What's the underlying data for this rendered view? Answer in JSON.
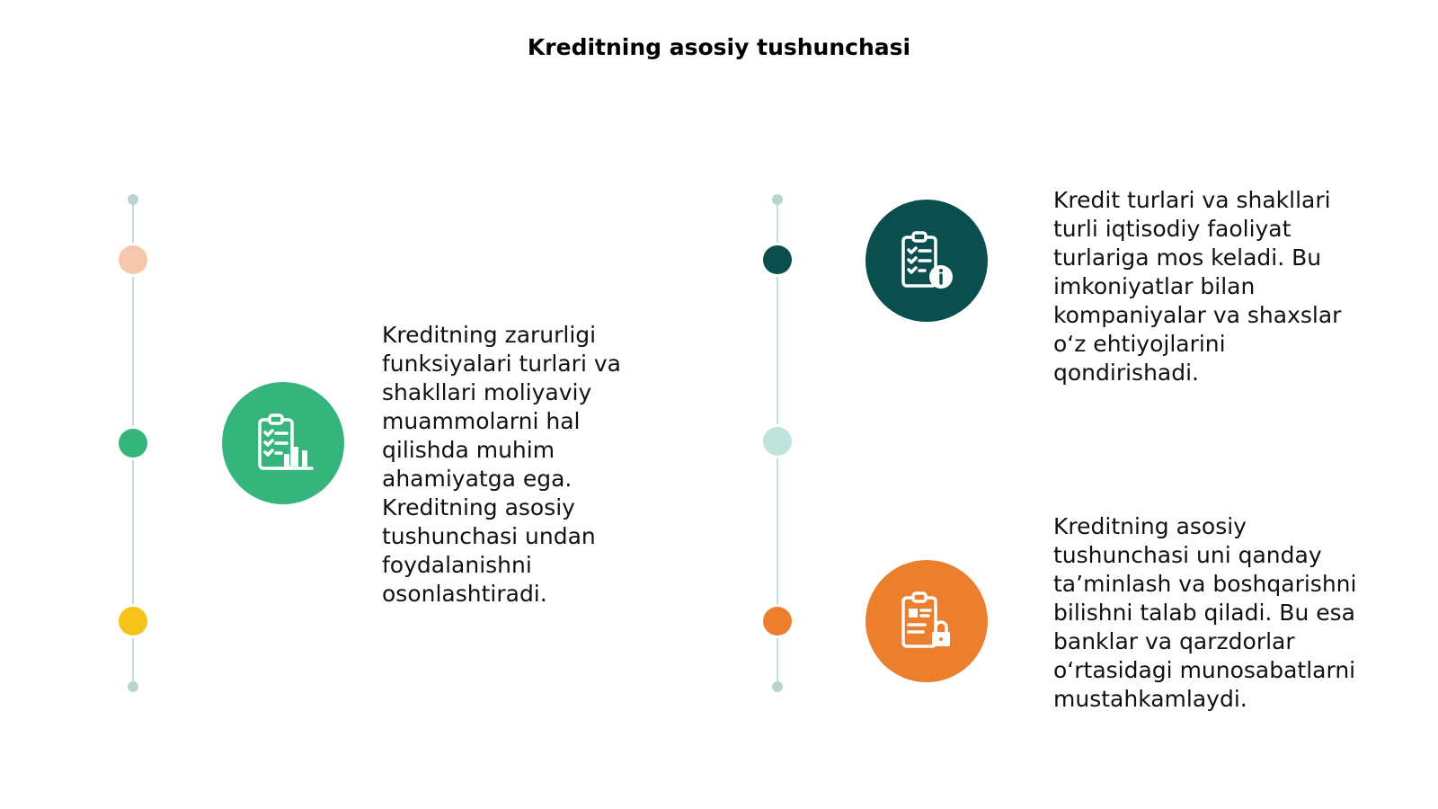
{
  "title": "Kreditning asosiy tushunchasi",
  "colors": {
    "line": "#c9dcdb",
    "small_dot": "#b9d4d0",
    "peach": "#f6c7ad",
    "green": "#35b57b",
    "yellow": "#f5c31a",
    "teal_dark": "#0b4e4e",
    "teal_light": "#bfe3dd",
    "orange": "#ec7f2e"
  },
  "items": [
    {
      "text": "Kreditning zarurligi\nfunksiyalari turlari va\nshakllari moliyaviy\nmuammolarni hal\nqilishda muhim\nahamiyatga ega.\nKreditning asosiy\ntushunchasi undan\nfoydalanishni\nosonlashtiradi.",
      "icon": "clipboard-chart-icon",
      "color": "#35b57b"
    },
    {
      "text": "Kredit turlari va shakllari\nturli iqtisodiy faoliyat\nturlariga mos keladi. Bu\nimkoniyatlar bilan\nkompaniyalar va shaxslar\no‘z ehtiyojlarini\nqondirishadi.",
      "icon": "clipboard-info-icon",
      "color": "#0b4e4e"
    },
    {
      "text": "Kreditning asosiy\ntushunchasi uni qanday\nta’minlash va boshqarishni\nbilishni talab qiladi. Bu esa\nbanklar va qarzdorlar\no‘rtasidagi munosabatlarni\nmustahkamlaydi.",
      "icon": "clipboard-lock-icon",
      "color": "#ec7f2e"
    }
  ]
}
